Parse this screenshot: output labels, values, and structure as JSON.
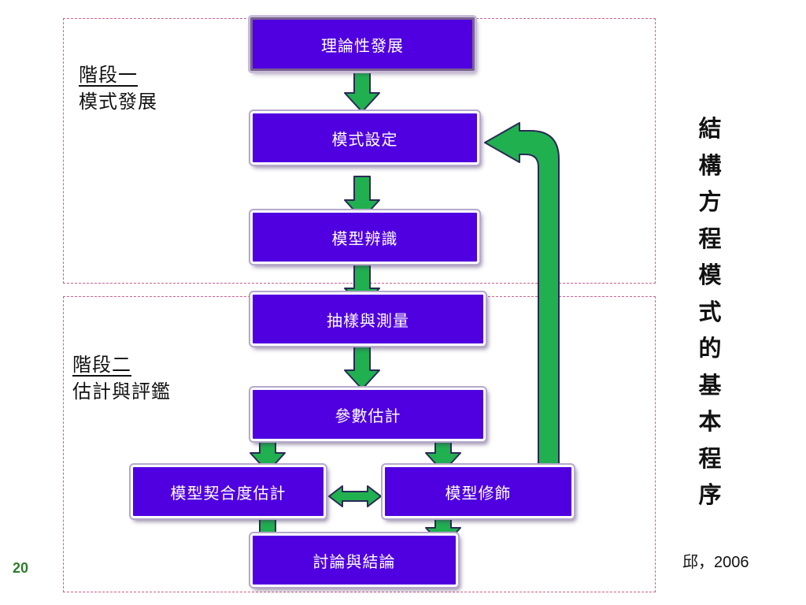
{
  "boxes": {
    "theory": "理論性發展",
    "model_spec": "模式設定",
    "model_ident": "模型辨識",
    "sampling": "抽樣與測量",
    "param_est": "參數估計",
    "fit_est": "模型契合度估計",
    "model_mod": "模型修飾",
    "discussion": "討論與結論"
  },
  "stage1": {
    "title": "階段一",
    "subtitle": "模式發展"
  },
  "stage2": {
    "title": "階段二",
    "subtitle": "估計與評鑑"
  },
  "vertical_title": [
    "結",
    "構",
    "方",
    "程",
    "模",
    "式",
    "的",
    "基",
    "本",
    "程",
    "序"
  ],
  "citation": "邱，2006",
  "page_number": "20",
  "colors": {
    "box_fill": "#5000e0",
    "arrow_fill": "#20b050",
    "region_border": "#d06090"
  }
}
